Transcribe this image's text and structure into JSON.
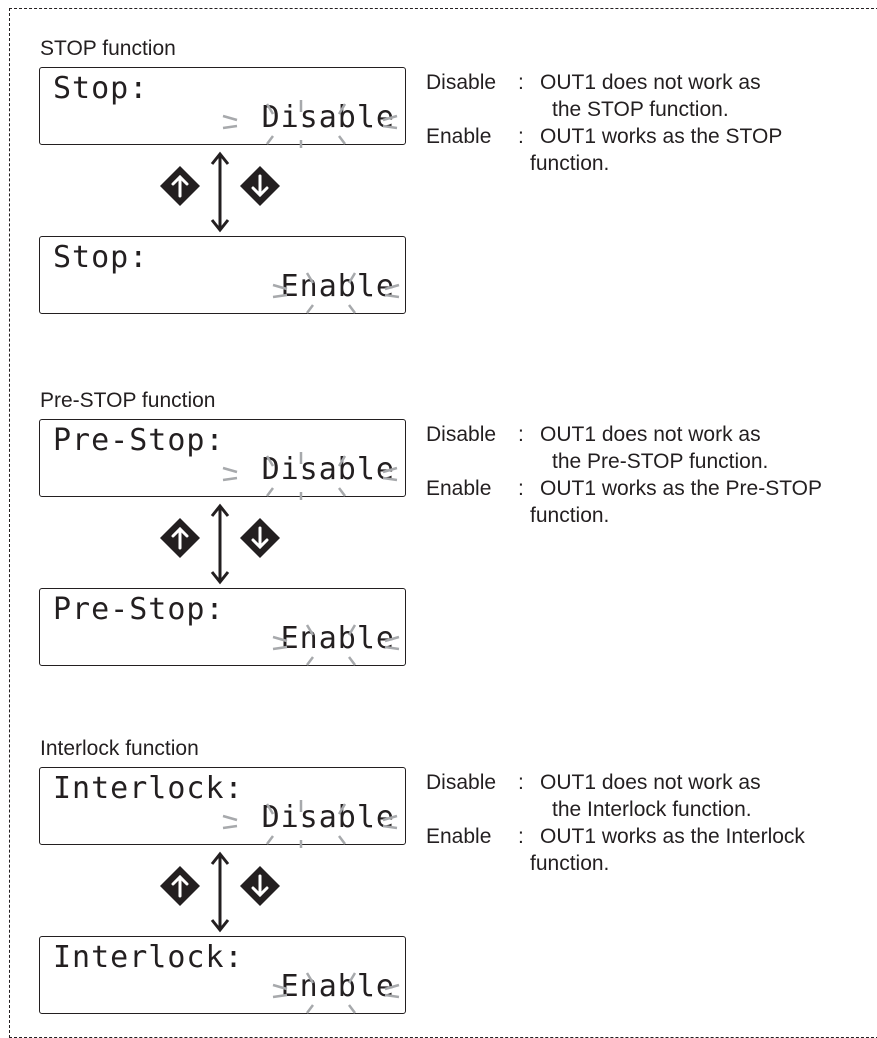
{
  "sections": [
    {
      "title": "STOP function",
      "lcd_top": {
        "line1": "Stop:",
        "line2": "Disable"
      },
      "lcd_bottom": {
        "line1": "Stop:",
        "line2": "Enable"
      },
      "desc": {
        "disable_key": "Disable",
        "colon": ":",
        "disable_text_1": "OUT1 does not work as",
        "disable_text_2": "the STOP function.",
        "enable_key": "Enable",
        "enable_text_1": "OUT1 works as the STOP",
        "enable_text_2": "function."
      }
    },
    {
      "title": "Pre-STOP function",
      "lcd_top": {
        "line1": "Pre-Stop:",
        "line2": "Disable"
      },
      "lcd_bottom": {
        "line1": "Pre-Stop:",
        "line2": "Enable"
      },
      "desc": {
        "disable_key": "Disable",
        "colon": ":",
        "disable_text_1": "OUT1 does not work as",
        "disable_text_2": "the Pre-STOP function.",
        "enable_key": "Enable",
        "enable_text_1": "OUT1 works as the Pre-STOP",
        "enable_text_2": "function."
      }
    },
    {
      "title": "Interlock function",
      "lcd_top": {
        "line1": "Interlock:",
        "line2": "Disable"
      },
      "lcd_bottom": {
        "line1": "Interlock:",
        "line2": "Enable"
      },
      "desc": {
        "disable_key": "Disable",
        "colon": ":",
        "disable_text_1": "OUT1 does not work as",
        "disable_text_2": "the Interlock function.",
        "enable_key": "Enable",
        "enable_text_1": "OUT1 works as the Interlock",
        "enable_text_2": "function."
      }
    }
  ],
  "icons": {
    "up_button": "up-arrow-diamond-icon",
    "down_button": "down-arrow-diamond-icon",
    "transition": "double-headed-vertical-arrow-icon",
    "blink": "blink-rays-icon"
  },
  "colors": {
    "ink": "#231f20",
    "blink_rays": "#a7a9ac"
  }
}
